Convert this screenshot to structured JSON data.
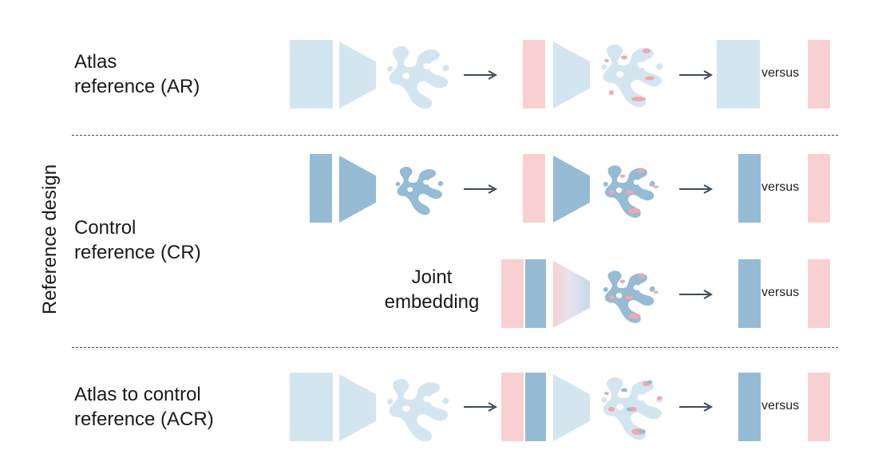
{
  "y_axis_label": "Reference design",
  "rows": {
    "ar": {
      "line1": "Atlas",
      "line2": "reference (AR)",
      "versus": "versus"
    },
    "cr": {
      "line1": "Control",
      "line2": "reference (CR)",
      "versus": "versus"
    },
    "joint": {
      "line1": "Joint",
      "line2": "embedding",
      "versus": "versus"
    },
    "acr": {
      "line1": "Atlas to control",
      "line2": "reference (ACR)",
      "versus": "versus"
    }
  },
  "colors": {
    "atlas_light_blue": "#d3e6f0",
    "control_blue": "#95bbd5",
    "query_pink": "#f9d0d1",
    "highlight_pink": "#f1a8ad",
    "arrow": "#3f4a5a"
  },
  "icons": [
    "encoder-trapezoid-icon",
    "latent-blob-icon",
    "right-arrow-icon"
  ]
}
